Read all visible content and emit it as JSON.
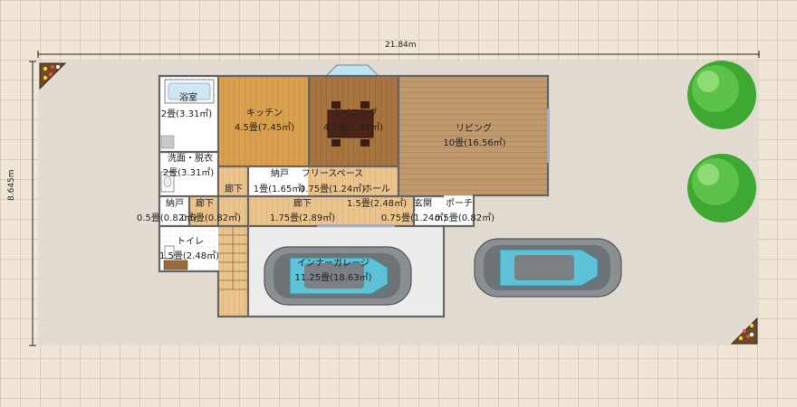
{
  "dimensions": {
    "width": "21.84m",
    "height": "8.645m"
  },
  "rooms": {
    "bath": {
      "name": "浴室",
      "area": "2畳(3.31㎡)"
    },
    "kitchen": {
      "name": "キッチン",
      "area": "4.5畳(7.45㎡)"
    },
    "dining": {
      "name": "ダイニング",
      "area": "4.5畳(7.45㎡)"
    },
    "living": {
      "name": "リビング",
      "area": "10畳(16.56㎡)"
    },
    "wash": {
      "name": "洗面・脱衣",
      "area": "2畳(3.31㎡)"
    },
    "corridor1": {
      "name": "廊下",
      "area": "1畳(1.65㎡)"
    },
    "storage1": {
      "name": "納戸",
      "area": "0.75畳(1.24㎡)"
    },
    "freespace": {
      "name": "フリースペース",
      "area": "1.5畳(2.48㎡)"
    },
    "hall": {
      "name": "ホール"
    },
    "storage2": {
      "name": "納戸",
      "area": "0.5畳(0.82㎡)"
    },
    "corridor2": {
      "name": "廊下",
      "area": "0.5畳(0.82㎡)"
    },
    "corridor3": {
      "name": "廊下",
      "area": "1.75畳(2.89㎡)"
    },
    "entrance": {
      "name": "玄関",
      "area": "0.75畳(1.24㎡)"
    },
    "porch": {
      "name": "ポーチ",
      "area": "0.5畳(0.82㎡)"
    },
    "toilet": {
      "name": "トイレ",
      "area": "1.5畳(2.48㎡)"
    },
    "garage": {
      "name": "インナーガレージ",
      "area": "11.25畳(18.63㎡)"
    }
  },
  "colors": {
    "background": "#efe6d8",
    "grid": "#d9ccba",
    "site": "#e2dbd2",
    "wall": "#666666",
    "kitchen_floor": "#d9a04e",
    "dining_floor": "#a8743f",
    "living_floor": "#c09a6c",
    "white_floor": "#ffffff",
    "car_body": "#8a8f94",
    "car_glass": "#5ec3d6",
    "tree": "#3da832"
  },
  "icons": [
    "flowerbed-icon",
    "tree-icon",
    "car-icon",
    "bathtub-icon",
    "toilet-icon",
    "dining-table-icon",
    "stairs-icon",
    "washbasin-icon"
  ]
}
